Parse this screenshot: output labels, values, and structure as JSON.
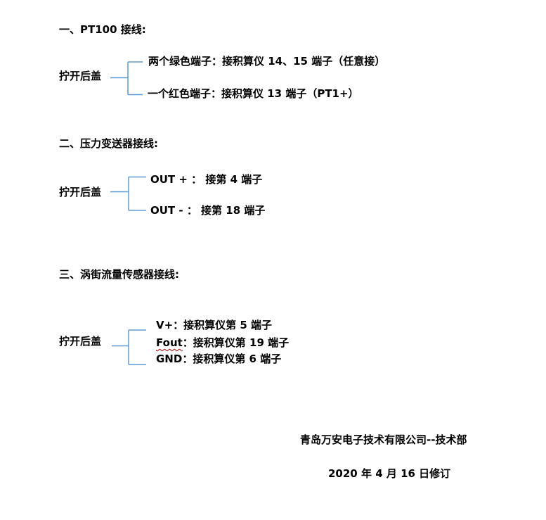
{
  "colors": {
    "background": "#ffffff",
    "text": "#000000",
    "bracket": "#5b9bd5",
    "spellcheck_underline": "#c00000"
  },
  "sections": [
    {
      "heading": "一、PT100 接线:",
      "cover_label": "拧开后盖",
      "branches": [
        {
          "text": "两个绿色端子：接积算仪 14、15 端子（任意接）"
        },
        {
          "text": "一个红色端子：接积算仪 13 端子（PT1+）"
        }
      ]
    },
    {
      "heading": "二、压力变送器接线:",
      "cover_label": "拧开后盖",
      "branches": [
        {
          "text": "OUT + ： 接第 4 端子"
        },
        {
          "text": "OUT - ： 接第 18 端子"
        }
      ]
    },
    {
      "heading": "三、涡街流量传感器接线:",
      "cover_label": "拧开后盖",
      "branches": [
        {
          "text": "V+：接积算仪第 5 端子"
        },
        {
          "text": "Fout：接积算仪第 19 端子",
          "misspelled_word": "Fout",
          "text_after_word": "：接积算仪第 19 端子"
        },
        {
          "text": "GND：接积算仪第 6 端子"
        }
      ]
    }
  ],
  "footer": {
    "company": "青岛万安电子技术有限公司--技术部",
    "revision": "2020 年 4 月 16 日修订"
  }
}
